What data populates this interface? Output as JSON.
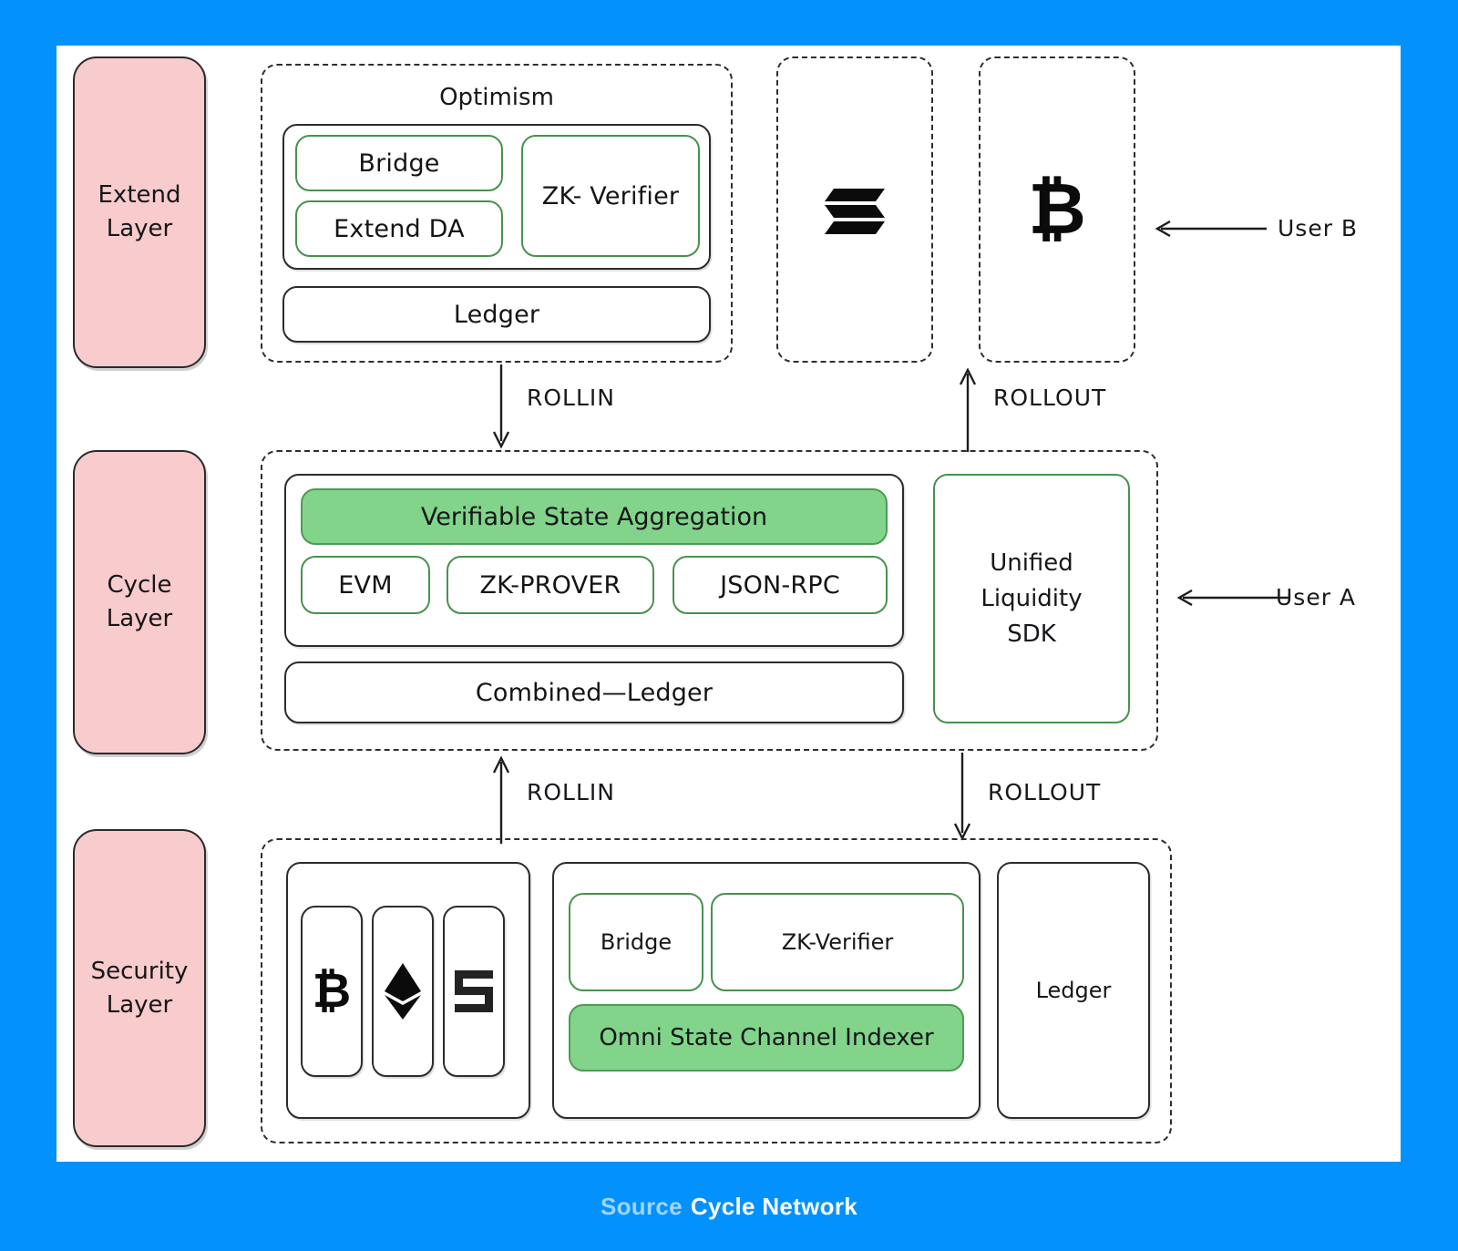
{
  "footer": {
    "source_label": "Source",
    "brand": "Cycle Network"
  },
  "colors": {
    "frame_blue": "#0391fd",
    "panel_white": "#ffffff",
    "layer_pink": "#f8cbcd",
    "accent_green_fill": "#81d48a",
    "accent_green_border": "#46924d",
    "ink": "#17181b"
  },
  "layers": [
    {
      "name": "extend-layer",
      "label": "Extend\nLayer",
      "line1": "Extend",
      "line2": "Layer"
    },
    {
      "name": "cycle-layer",
      "label": "Cycle\nLayer",
      "line1": "Cycle",
      "line2": "Layer"
    },
    {
      "name": "security-layer",
      "label": "Security\nLayer",
      "line1": "Security",
      "line2": "Layer"
    }
  ],
  "extend_layer": {
    "group_title": "Optimism",
    "bridge": "Bridge",
    "extend_da": "Extend DA",
    "zk_verifier": "ZK- Verifier",
    "ledger": "Ledger",
    "chains": [
      {
        "name": "solana-chain-box",
        "icon": "solana-icon",
        "symbol": ""
      },
      {
        "name": "bitcoin-chain-box",
        "icon": "bitcoin-icon",
        "symbol": "₿"
      }
    ]
  },
  "cycle_layer": {
    "verifiable_state_aggregation": "Verifiable State Aggregation",
    "evm": "EVM",
    "zk_prover": "ZK-PROVER",
    "json_rpc": "JSON-RPC",
    "combined_ledger": "Combined—Ledger",
    "unified_liquidity_sdk": "Unified\nLiquidity\nSDK",
    "uls_line1": "Unified",
    "uls_line2": "Liquidity",
    "uls_line3": "SDK"
  },
  "security_layer": {
    "chains": [
      {
        "name": "bitcoin-chain-tile",
        "icon": "bitcoin-icon",
        "symbol": "₿"
      },
      {
        "name": "ethereum-chain-tile",
        "icon": "ethereum-icon",
        "symbol": ""
      },
      {
        "name": "solana-chain-tile",
        "icon": "solana-mark-icon",
        "symbol": ""
      }
    ],
    "bridge": "Bridge",
    "zk_verifier": "ZK-Verifier",
    "omni_state_channel_indexer": "Omni State Channel Indexer",
    "ledger": "Ledger"
  },
  "flows": [
    {
      "name": "rollin-extend-to-cycle",
      "label": "ROLLIN",
      "direction": "down"
    },
    {
      "name": "rollout-cycle-to-bitcoin",
      "label": "ROLLOUT",
      "direction": "up"
    },
    {
      "name": "rollin-security-to-cycle",
      "label": "ROLLIN",
      "direction": "up"
    },
    {
      "name": "rollout-cycle-to-security",
      "label": "ROLLOUT",
      "direction": "down"
    }
  ],
  "actors": [
    {
      "name": "user-b",
      "label": "User B"
    },
    {
      "name": "user-a",
      "label": "User A"
    }
  ]
}
